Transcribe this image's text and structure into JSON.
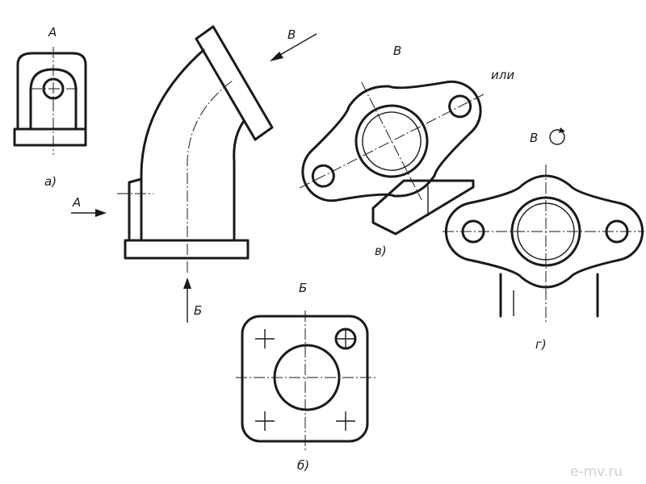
{
  "labels": {
    "view_a_title": "А",
    "view_a_caption": "а)",
    "arrow_a": "А",
    "arrow_b_top": "В",
    "arrow_bottom": "Б",
    "view_b_title": "Б",
    "view_b_caption": "б)",
    "view_v_title": "В",
    "view_v_caption": "в)",
    "or_text": "или",
    "view_g_title": "В",
    "view_g_caption": "г)",
    "watermark": "e-mv.ru"
  },
  "colors": {
    "line": "#1a1a1a",
    "watermark": "#d0d0d0"
  }
}
